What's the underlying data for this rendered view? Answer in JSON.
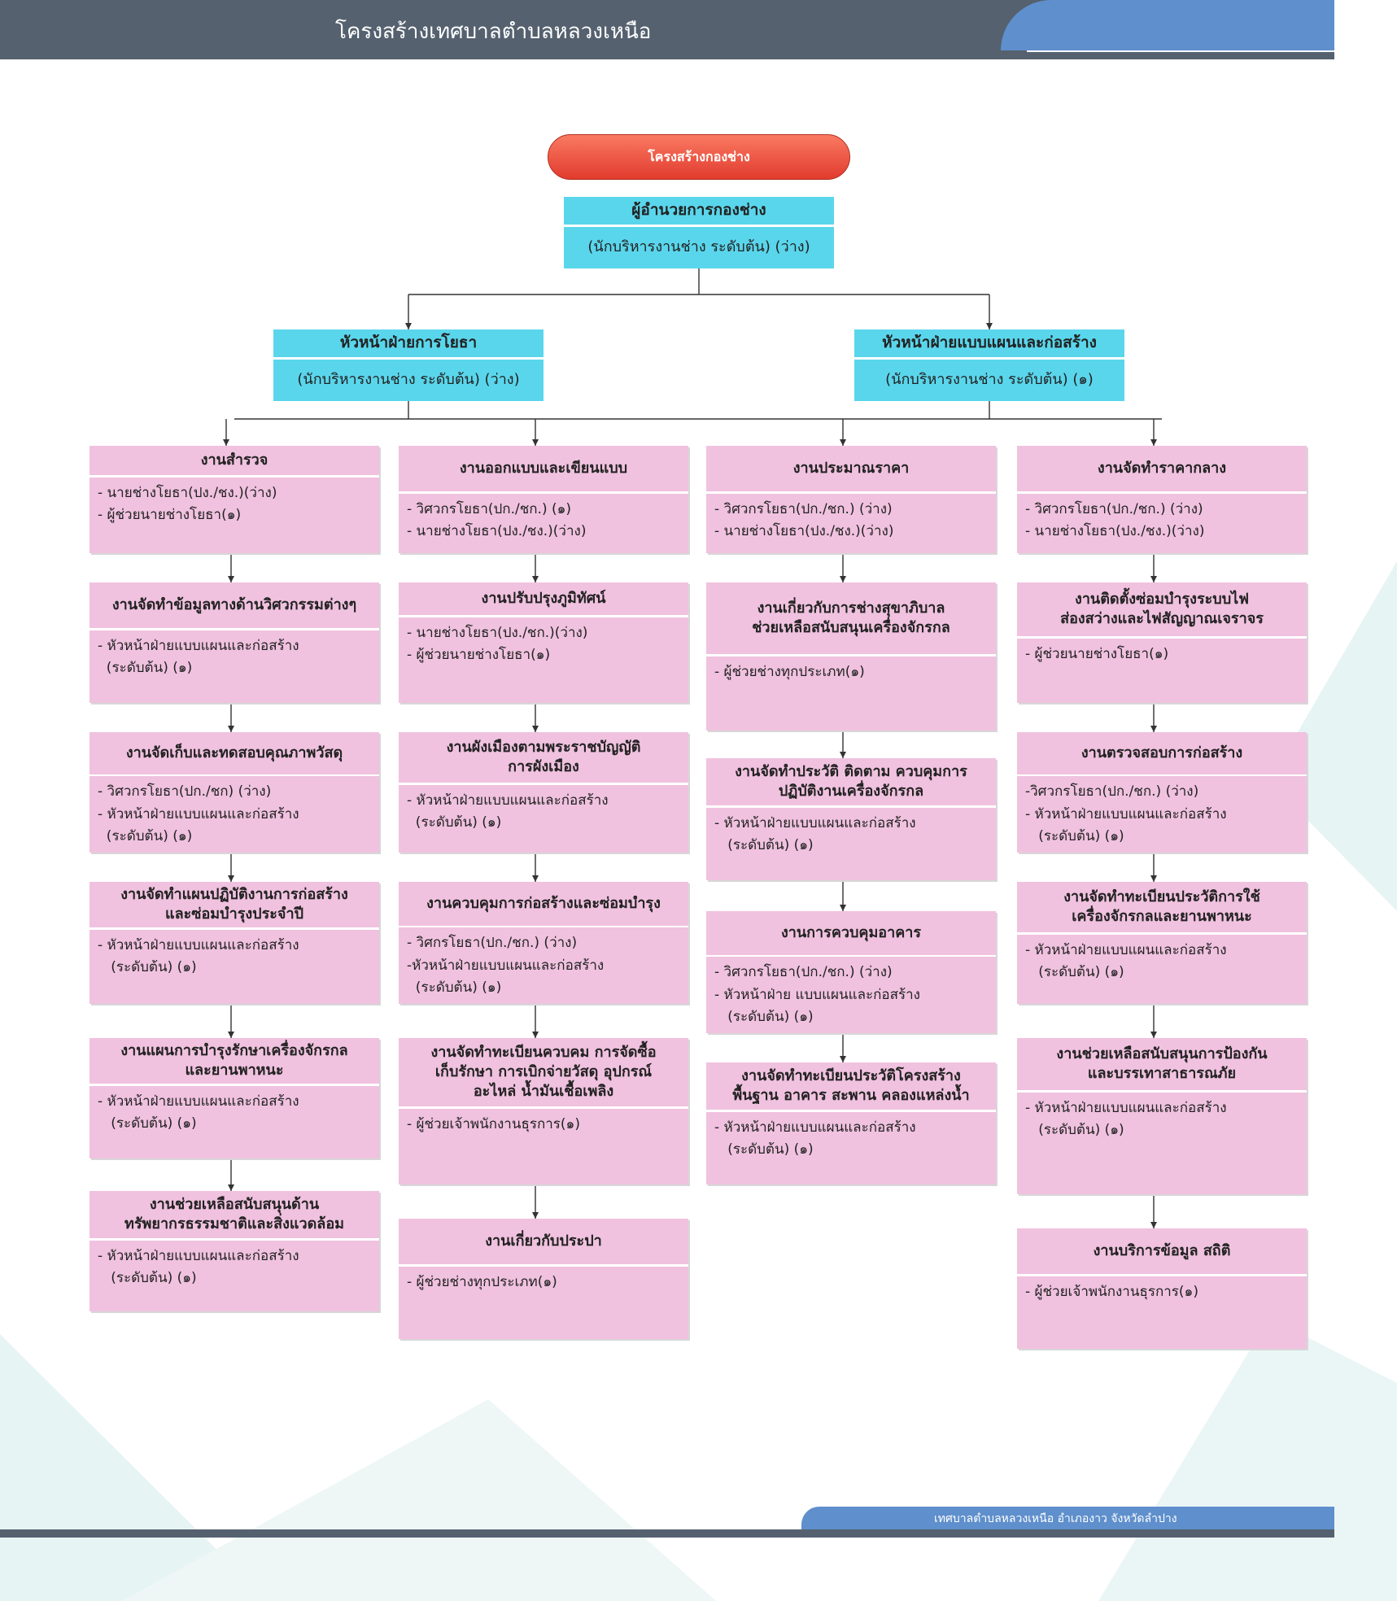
{
  "header": {
    "title": "โครงสร้างเทศบาลตำบลหลวงเหนือ"
  },
  "footer": {
    "text": "เทศบาลตำบลหลวงเหนือ อำเภองาว จังหวัดลำปาง"
  },
  "org": {
    "title": "โครงสร้างกองช่าง",
    "director": {
      "title": "ผู้อำนวยการกองช่าง",
      "subtitle": "(นักบริหารงานช่าง ระดับต้น) (ว่าง)"
    },
    "heads": [
      {
        "title": "หัวหน้าฝ่ายการโยธา",
        "subtitle": "(นักบริหารงานช่าง ระดับต้น) (ว่าง)"
      },
      {
        "title": "หัวหน้าฝ่ายแบบแผนและก่อสร้าง",
        "subtitle": "(นักบริหารงานช่าง ระดับต้น) (๑)"
      }
    ],
    "columns": [
      [
        {
          "title": "งานสำรวจ",
          "lines": [
            "- นายช่างโยธา(ปง./ชง.)(ว่าง)",
            "- ผู้ช่วยนายช่างโยธา(๑)"
          ]
        },
        {
          "title": "งานจัดทำข้อมูลทางด้านวิศวกรรมต่างๆ",
          "lines": [
            "- หัวหน้าฝ่ายแบบแผนและก่อสร้าง",
            "  (ระดับต้น) (๑)"
          ]
        },
        {
          "title": "งานจัดเก็บและทดสอบคุณภาพวัสดุ",
          "lines": [
            "- วิศวกรโยธา(ปก./ชก) (ว่าง)",
            "- หัวหน้าฝ่ายแบบแผนและก่อสร้าง",
            "  (ระดับต้น) (๑)"
          ]
        },
        {
          "title": "งานจัดทำแผนปฏิบัติงานการก่อสร้าง\nและซ่อมบำรุงประจำปี",
          "lines": [
            "- หัวหน้าฝ่ายแบบแผนและก่อสร้าง",
            "   (ระดับต้น) (๑)"
          ]
        },
        {
          "title": "งานแผนการบำรุงรักษาเครื่องจักรกล\nและยานพาหนะ",
          "lines": [
            "- หัวหน้าฝ่ายแบบแผนและก่อสร้าง",
            "   (ระดับต้น) (๑)"
          ]
        },
        {
          "title": "งานช่วยเหลือสนับสนุนด้าน\nทรัพยากรธรรมชาติและสิ่งแวดล้อม",
          "lines": [
            "- หัวหน้าฝ่ายแบบแผนและก่อสร้าง",
            "   (ระดับต้น) (๑)"
          ]
        }
      ],
      [
        {
          "title": "งานออกแบบและเขียนแบบ",
          "lines": [
            "- วิศวกรโยธา(ปก./ชก.) (๑)",
            "- นายช่างโยธา(ปง./ชง.)(ว่าง)"
          ]
        },
        {
          "title": "งานปรับปรุงภูมิทัศน์",
          "lines": [
            "- นายช่างโยธา(ปง./ชก.)(ว่าง)",
            "- ผู้ช่วยนายช่างโยธา(๑)"
          ]
        },
        {
          "title": "งานผังเมืองตามพระราชบัญญัติ\nการผังเมือง",
          "lines": [
            "- หัวหน้าฝ่ายแบบแผนและก่อสร้าง",
            "  (ระดับต้น) (๑)"
          ]
        },
        {
          "title": "งานควบคุมการก่อสร้างและซ่อมบำรุง",
          "lines": [
            "- วิศกรโยธา(ปก./ชก.) (ว่าง)",
            "-หัวหน้าฝ่ายแบบแผนและก่อสร้าง",
            "  (ระดับต้น) (๑)"
          ]
        },
        {
          "title": "งานจัดทำทะเบียนควบคม การจัดซื้อ\nเก็บรักษา การเบิกจ่ายวัสดุ อุปกรณ์\nอะไหล่ น้ำมันเชื้อเพลิง",
          "lines": [
            "- ผู้ช่วยเจ้าพนักงานธุรการ(๑)"
          ]
        },
        {
          "title": "งานเกี่ยวกับประปา",
          "lines": [
            "- ผู้ช่วยช่างทุกประเภท(๑)"
          ]
        }
      ],
      [
        {
          "title": "งานประมาณราคา",
          "lines": [
            "- วิศวกรโยธา(ปก./ชก.) (ว่าง)",
            "- นายช่างโยธา(ปง./ชง.)(ว่าง)"
          ]
        },
        {
          "title": "งานเกี่ยวกับการช่างสุขาภิบาล\nช่วยเหลือสนับสนุนเครื่องจักรกล",
          "lines": [
            "- ผู้ช่วยช่างทุกประเภท(๑)"
          ]
        },
        {
          "title": "งานจัดทำประวัติ ติดตาม ควบคุมการ\nปฏิบัติงานเครื่องจักรกล",
          "lines": [
            "- หัวหน้าฝ่ายแบบแผนและก่อสร้าง",
            "   (ระดับต้น) (๑)"
          ]
        },
        {
          "title": "งานการควบคุมอาคาร",
          "lines": [
            "- วิศวกรโยธา(ปก./ชก.) (ว่าง)",
            "- หัวหน้าฝ่าย แบบแผนและก่อสร้าง",
            "   (ระดับต้น) (๑)"
          ]
        },
        {
          "title": "งานจัดทำทะเบียนประวัติโครงสร้าง\nพื้นฐาน อาคาร สะพาน คลองแหล่งน้ำ",
          "lines": [
            "- หัวหน้าฝ่ายแบบแผนและก่อสร้าง",
            "   (ระดับต้น) (๑)"
          ]
        }
      ],
      [
        {
          "title": "งานจัดทำราคากลาง",
          "lines": [
            "- วิศวกรโยธา(ปก./ชก.) (ว่าง)",
            "- นายช่างโยธา(ปง./ชง.)(ว่าง)"
          ]
        },
        {
          "title": "งานติดตั้งซ่อมบำรุงระบบไฟ\nส่องสว่างและไฟสัญญาณเจราจร",
          "lines": [
            "- ผู้ช่วยนายช่างโยธา(๑)"
          ]
        },
        {
          "title": "งานตรวจสอบการก่อสร้าง",
          "lines": [
            "-วิศวกรโยธา(ปก./ชก.) (ว่าง)",
            "- หัวหน้าฝ่ายแบบแผนและก่อสร้าง",
            "   (ระดับต้น) (๑)"
          ]
        },
        {
          "title": "งานจัดทำทะเบียนประวัติการใช้\nเครื่องจักรกลและยานพาหนะ",
          "lines": [
            "- หัวหน้าฝ่ายแบบแผนและก่อสร้าง",
            "   (ระดับต้น) (๑)"
          ]
        },
        {
          "title": "งานช่วยเหลือสนับสนุนการป้องกัน\nและบรรเทาสาธารณภัย",
          "lines": [
            "- หัวหน้าฝ่ายแบบแผนและก่อสร้าง",
            "   (ระดับต้น) (๑)"
          ]
        },
        {
          "title": "งานบริการข้อมูล สถิติ",
          "lines": [
            "- ผู้ช่วยเจ้าพนักงานธุรการ(๑)"
          ]
        }
      ]
    ]
  }
}
